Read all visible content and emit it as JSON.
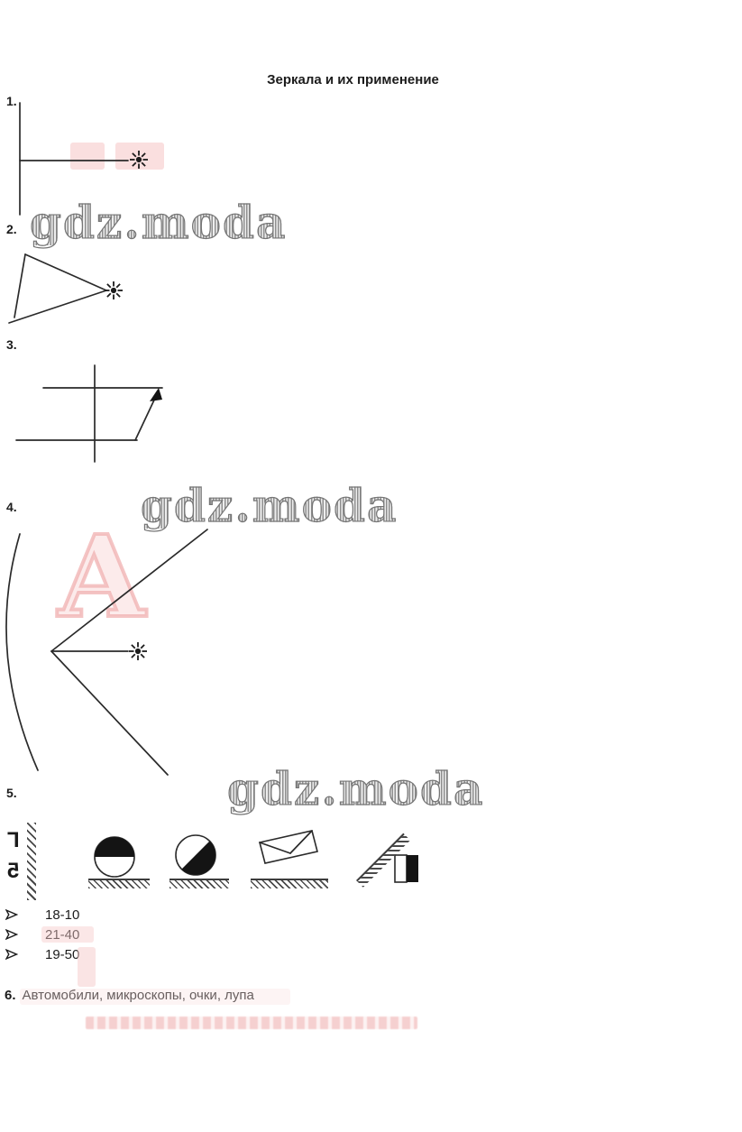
{
  "title": "Зеркала и их применение",
  "watermark": "gdz.moda",
  "icons": {
    "sun": "☼",
    "bullet": "➢"
  },
  "items": {
    "i1": "1.",
    "i2": "2.",
    "i3": "3.",
    "i4": "4.",
    "i5": "5.",
    "i6": "6."
  },
  "task5": {
    "mirror_letter_top": "Г",
    "mirror_letter_bottom": "5",
    "answers": [
      "18-10",
      "21-40",
      "19-50"
    ]
  },
  "task6": {
    "text": "Автомобили, микроскопы, очки,  лупа"
  },
  "pink_letter": "А",
  "colors": {
    "ink": "#1c1c1c",
    "watermark_gray": "#8a8a8a",
    "pink": "#f3c7c7"
  }
}
